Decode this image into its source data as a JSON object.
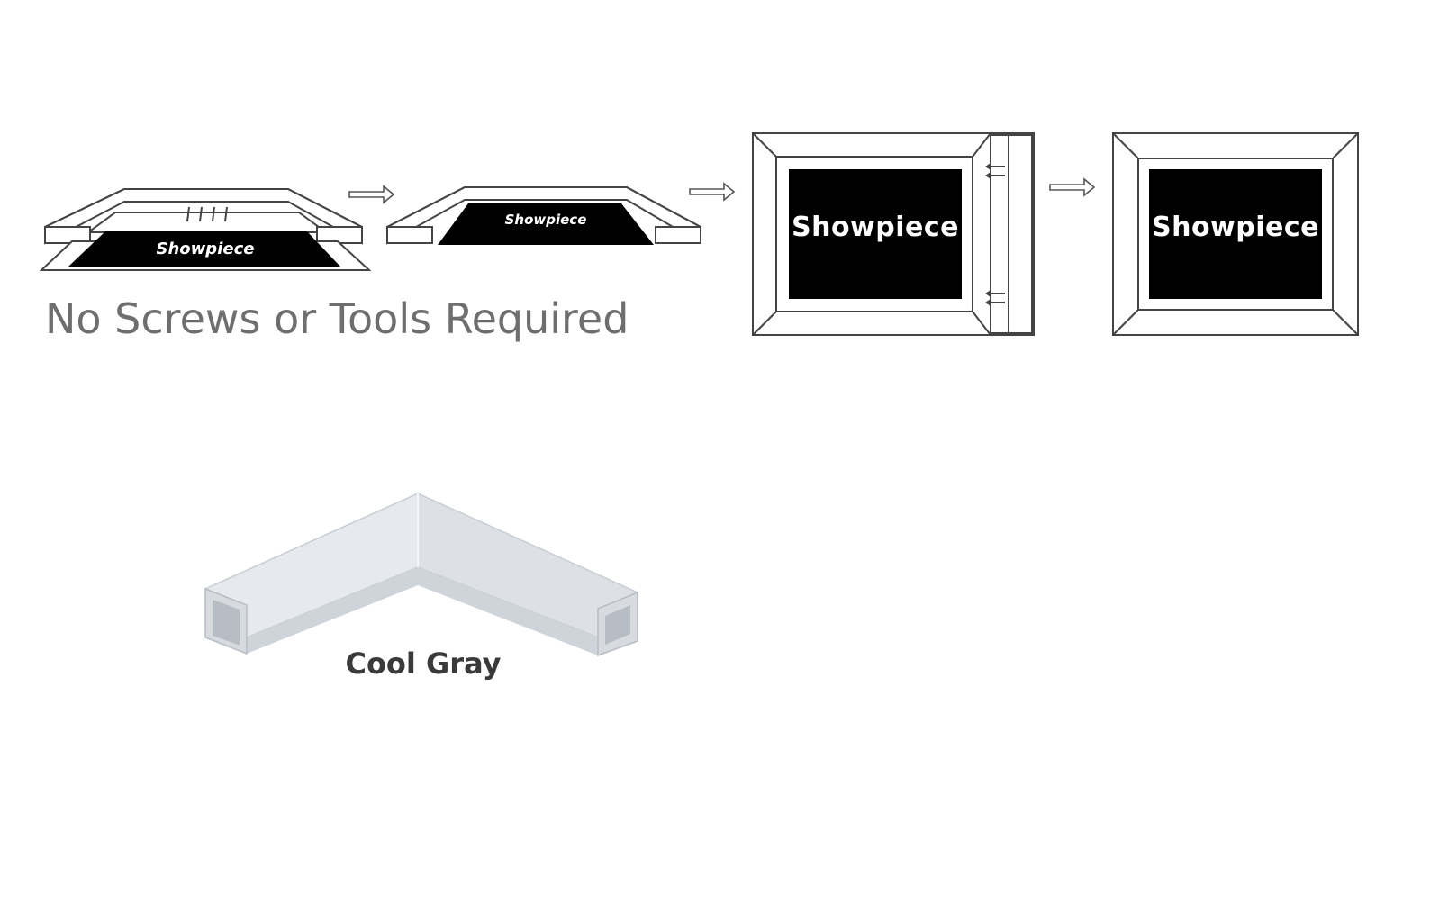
{
  "caption": "No Screws or Tools Required",
  "brand": "Showpiece",
  "color_label": "Cool Gray",
  "colors": {
    "poster": "#000000",
    "caption": "#6e6e6e",
    "profile_light": "#e6e9ed",
    "profile_mid": "#cfd4da",
    "profile_dark": "#b7bdc4"
  },
  "icons": [
    "right-arrow-icon",
    "slide-in-arrows-icon"
  ]
}
